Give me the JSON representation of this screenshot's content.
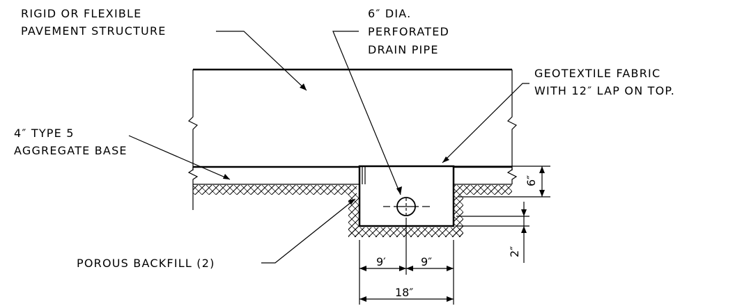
{
  "labels": {
    "pavement_line1": "RIGID OR FLEXIBLE",
    "pavement_line2": "PAVEMENT STRUCTURE",
    "pipe_line1": "6″ DIA.",
    "pipe_line2": "PERFORATED",
    "pipe_line3": "DRAIN PIPE",
    "geotextile_line1": "GEOTEXTILE FABRIC",
    "geotextile_line2": "WITH 12″ LAP ON TOP.",
    "base_line1": "4″ TYPE 5",
    "base_line2": "AGGREGATE BASE",
    "backfill": "POROUS BACKFILL (2)"
  },
  "dimensions": {
    "depth_top": "6″",
    "depth_bottom": "2″",
    "left_half": "9′",
    "right_half": "9″",
    "total_width": "18″"
  }
}
